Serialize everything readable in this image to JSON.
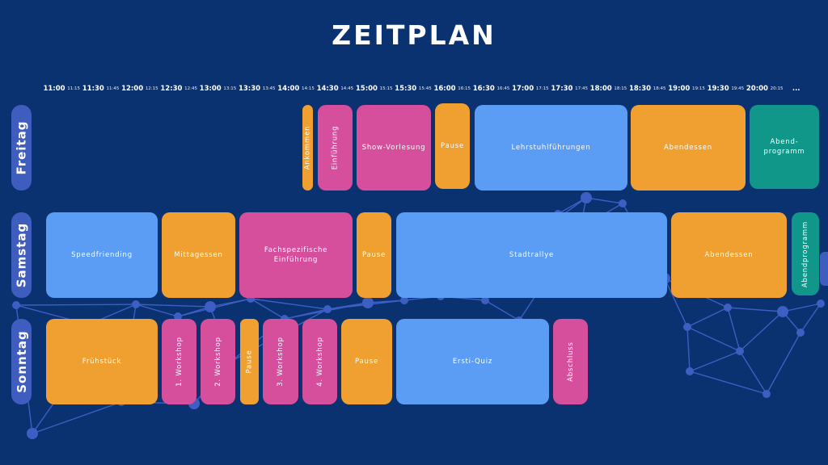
{
  "title": "ZEITPLAN",
  "timeline": {
    "major": [
      "11:00",
      "11:30",
      "12:00",
      "12:30",
      "13:00",
      "13:30",
      "14:00",
      "14:30",
      "15:00",
      "15:30",
      "16:00",
      "16:30",
      "17:00",
      "17:30",
      "18:00",
      "18:30",
      "19:00",
      "19:30",
      "20:00",
      "..."
    ],
    "minor": [
      "11:15",
      "11:45",
      "12:15",
      "12:45",
      "13:15",
      "13:45",
      "14:15",
      "14:45",
      "15:15",
      "15:45",
      "16:15",
      "16:45",
      "17:15",
      "17:45",
      "18:15",
      "18:45",
      "19:15",
      "19:45",
      "20:15"
    ]
  },
  "days": [
    {
      "name": "Freitag",
      "events": [
        {
          "label": "Ankommen",
          "color": "orange",
          "vertical": true
        },
        {
          "label": "Einführung",
          "color": "pink",
          "vertical": true
        },
        {
          "label": "Show-Vorlesung",
          "color": "pink",
          "vertical": false
        },
        {
          "label": "Pause",
          "color": "orange",
          "vertical": false
        },
        {
          "label": "Lehrstuhlführungen",
          "color": "blue",
          "vertical": false
        },
        {
          "label": "Abendessen",
          "color": "orange",
          "vertical": false
        },
        {
          "label": "Abend-\nprogramm",
          "color": "teal",
          "vertical": false
        }
      ]
    },
    {
      "name": "Samstag",
      "events": [
        {
          "label": "Speedfriending",
          "color": "blue",
          "vertical": false
        },
        {
          "label": "Mittagessen",
          "color": "orange",
          "vertical": false
        },
        {
          "label": "Fachspezifische\nEinführung",
          "color": "pink",
          "vertical": false
        },
        {
          "label": "Pause",
          "color": "orange",
          "vertical": false
        },
        {
          "label": "Stadtrallye",
          "color": "blue",
          "vertical": false
        },
        {
          "label": "Abendessen",
          "color": "orange",
          "vertical": false
        },
        {
          "label": "Abendprogramm",
          "color": "teal",
          "vertical": true
        }
      ]
    },
    {
      "name": "Sonntag",
      "events": [
        {
          "label": "Frühstück",
          "color": "orange",
          "vertical": false
        },
        {
          "label": "1. Workshop",
          "color": "pink",
          "vertical": true
        },
        {
          "label": "2. Workshop",
          "color": "pink",
          "vertical": true
        },
        {
          "label": "Pause",
          "color": "orange",
          "vertical": true
        },
        {
          "label": "3. Workshop",
          "color": "pink",
          "vertical": true
        },
        {
          "label": "4. Workshop",
          "color": "pink",
          "vertical": true
        },
        {
          "label": "Pause",
          "color": "orange",
          "vertical": false
        },
        {
          "label": "Ersti-Quiz",
          "color": "blue",
          "vertical": false
        },
        {
          "label": "Abschluss",
          "color": "pink",
          "vertical": true
        }
      ]
    }
  ],
  "colors": {
    "background": "#0a3170",
    "orange": "#f0a030",
    "pink": "#d64f9c",
    "blue": "#5b9df5",
    "teal": "#10978a",
    "day_tab": "#3f5dbf",
    "network": "#3d5fc4"
  }
}
